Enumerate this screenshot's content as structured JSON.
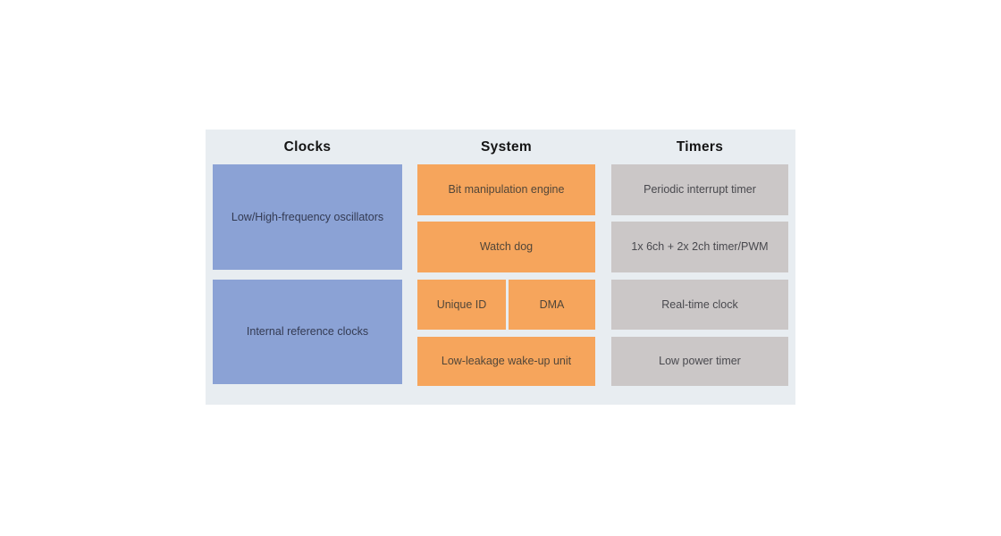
{
  "diagram": {
    "panel_background": "#e8edf1",
    "columns": [
      {
        "title": "Clocks",
        "box_color": "#8ba2d5",
        "text_color": "#333a52",
        "boxes": [
          {
            "label": "Low/High-frequency oscillators"
          },
          {
            "label": "Internal reference clocks"
          }
        ]
      },
      {
        "title": "System",
        "box_color": "#f6a55c",
        "text_color": "#514639",
        "boxes": [
          {
            "label": "Bit manipulation engine"
          },
          {
            "label": "Watch dog"
          },
          {
            "label": "Unique ID"
          },
          {
            "label": "DMA"
          },
          {
            "label": "Low-leakage wake-up unit"
          }
        ]
      },
      {
        "title": "Timers",
        "box_color": "#cbc7c7",
        "text_color": "#49494e",
        "boxes": [
          {
            "label": "Periodic interrupt timer"
          },
          {
            "label": "1x 6ch + 2x 2ch timer/PWM"
          },
          {
            "label": "Real-time clock"
          },
          {
            "label": "Low power timer"
          }
        ]
      }
    ]
  }
}
